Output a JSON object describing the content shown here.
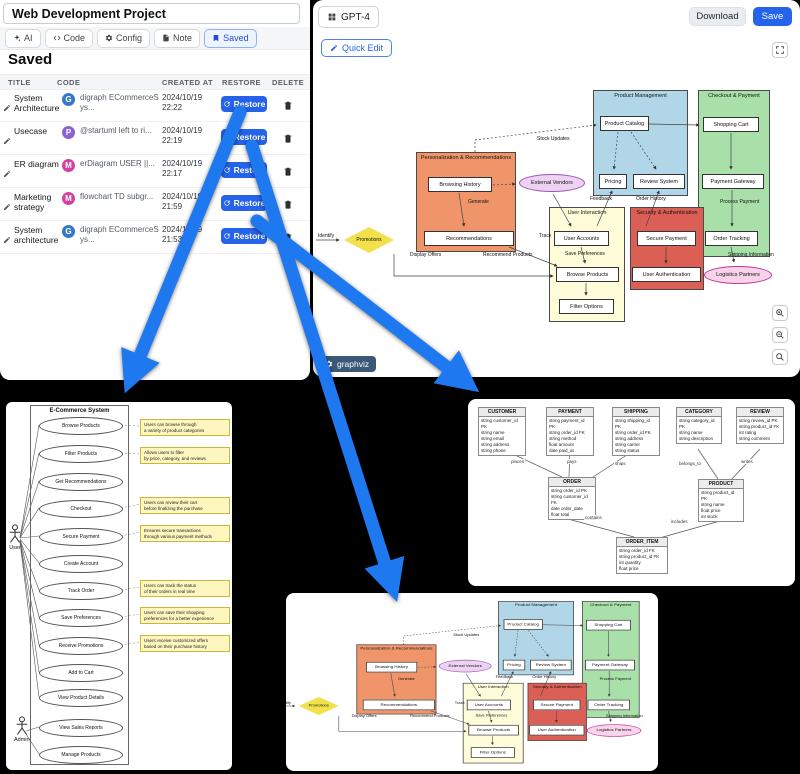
{
  "colors": {
    "accent": "#2563eb",
    "annotation_arrow": "#1e78f0"
  },
  "left_panel": {
    "project_title": "Web Development Project",
    "tabs": [
      {
        "label": "AI"
      },
      {
        "label": "Code"
      },
      {
        "label": "Config"
      },
      {
        "label": "Note"
      },
      {
        "label": "Saved"
      }
    ],
    "heading": "Saved",
    "table": {
      "headers": {
        "title": "TITLE",
        "code": "CODE",
        "created": "CREATED AT",
        "restore": "RESTORE",
        "delete": "DELETE"
      },
      "restore_label": "Restore",
      "rows": [
        {
          "title": "System Architecture",
          "badge": "G",
          "badge_color": "#3577c8",
          "code": "digraph ECommerceSys...",
          "date": "2024/10/19",
          "time": "22:22"
        },
        {
          "title": "Usecase",
          "badge": "P",
          "badge_color": "#8a63d2",
          "code": "@startuml left to ri...",
          "date": "2024/10/19",
          "time": "22:19"
        },
        {
          "title": "ER diagram",
          "badge": "M",
          "badge_color": "#d6409f",
          "code": "erDiagram USER ||...",
          "date": "2024/10/19",
          "time": "22:17"
        },
        {
          "title": "Marketing strategy",
          "badge": "M",
          "badge_color": "#d6409f",
          "code": "flowchart TD subgr...",
          "date": "2024/10/19",
          "time": "21:59"
        },
        {
          "title": "System architecture",
          "badge": "G",
          "badge_color": "#3577c8",
          "code": "digraph ECommerceSys...",
          "date": "2024/10/19",
          "time": "21:53"
        }
      ]
    }
  },
  "editor": {
    "model_label": "GPT-4",
    "download_label": "Download",
    "save_label": "Save",
    "quick_edit_label": "Quick Edit",
    "engine_label": "graphviz"
  },
  "flowchart": {
    "cluster_colors": {
      "personalization": "#f0946a",
      "product_management": "#b0d6e8",
      "checkout_payment": "#a9e0a9",
      "user_interaction": "#fffcd9",
      "security": "#dc5f55"
    },
    "node_colors": {
      "external_vendors": "#eed2f2",
      "logistics_partners": "#f8d3ea",
      "promotions": "#f2e14c"
    },
    "clusters": {
      "personalization": "Personalization & Recommendations",
      "product_management": "Product Management",
      "checkout_payment": "Checkout & Payment",
      "user_interaction": "User Interaction",
      "security": "Security & Authentication"
    },
    "nodes": {
      "product_catalog": "Product Catalog",
      "pricing": "Pricing",
      "review_system": "Review System",
      "shopping_cart": "Shopping Cart",
      "payment_gateway": "Payment Gateway",
      "order_tracking": "Order Tracking",
      "browsing_history": "Browsing History",
      "external_vendors": "External Vendors",
      "recommendations": "Recommendations",
      "user_accounts": "User Accounts",
      "browse_products": "Browse Products",
      "filter_options": "Filter Options",
      "secure_payment": "Secure Payment",
      "user_authentication": "User Authentication",
      "promotions": "Promotions",
      "logistics_partners": "Logistics Partners"
    },
    "edges": {
      "stock_updates": "Stock Updates",
      "generate": "Generate",
      "feedback": "Feedback",
      "order_history": "Order History",
      "process_payment": "Process Payment",
      "track": "Track",
      "identify": "Identify",
      "display_offers": "Display Offers",
      "recommend_products": "Recommend Products",
      "save_preferences": "Save Preferences",
      "shipping_information": "Shipping Information"
    }
  },
  "usecase": {
    "system_title": "E-Commerce System",
    "actors": {
      "user": "User",
      "admin": "Admin"
    },
    "cases": [
      "Browse Products",
      "Filter Products",
      "Get Recommendations",
      "Checkout",
      "Secure Payment",
      "Create Account",
      "Track Order",
      "Save Preferences",
      "Receive Promotions",
      "Add to Cart",
      "View Product Details",
      "View Sales Reports",
      "Manage Products"
    ],
    "notes": [
      "Users can browse through\na variety of product categories",
      "Allows users to filter\nby price, category, and reviews",
      "Users can review their cart\nbefore finalizing the purchase",
      "Ensures secure transactions\nthrough various payment methods",
      "Users can track the status\nof their orders in real time",
      "Users can save their shopping\npreferences for a better experience",
      "Users receive customized offers\nbased on their purchase history"
    ]
  },
  "erd": {
    "entities": [
      {
        "name": "CUSTOMER",
        "attrs": "string customer_id PK\nstring name\nstring email\nstring address\nstring phone"
      },
      {
        "name": "PAYMENT",
        "attrs": "string payment_id PK\nstring order_id FK\nstring method\nfloat amount\ndate paid_at"
      },
      {
        "name": "SHIPPING",
        "attrs": "string shipping_id PK\nstring order_id FK\nstring address\nstring carrier\nstring status"
      },
      {
        "name": "CATEGORY",
        "attrs": "string category_id PK\nstring name\nstring description"
      },
      {
        "name": "REVIEW",
        "attrs": "string review_id PK\nstring product_id FK\nint rating\nstring comment"
      },
      {
        "name": "ORDER",
        "attrs": "string order_id PK\nstring customer_id FK\ndate order_date\nfloat total"
      },
      {
        "name": "PRODUCT",
        "attrs": "string product_id PK\nstring name\nfloat price\nint stock"
      },
      {
        "name": "ORDER_ITEM",
        "attrs": "string order_id FK\nstring product_id FK\nint quantity\nfloat price"
      }
    ],
    "relations": [
      "places",
      "pays",
      "ships",
      "belongs_to",
      "writes",
      "contains",
      "includes"
    ]
  }
}
